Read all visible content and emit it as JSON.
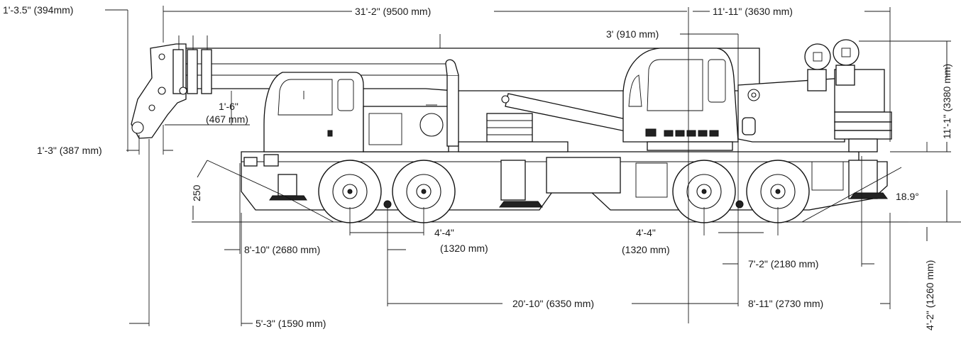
{
  "drawing_title": "",
  "dimensions": {
    "boom_tip_offset": "1'-3.5\" (394mm)",
    "overall_length": "31'-2\" (9500 mm)",
    "rear_overhang_top": "11'-11\" (3630 mm)",
    "cab_to_center": "3' (910 mm)",
    "hook_block_offset": "1'-6\"",
    "hook_block_offset_mm": "(467 mm)",
    "front_bumper_offset": "1'-3\" (387 mm)",
    "approach_height": "250",
    "overall_height": "11'-1\" (3380 mm)",
    "departure_angle": "18.9°",
    "front_axle_spacing": "4'-4\"",
    "front_axle_spacing_mm": "(1320 mm)",
    "rear_axle_spacing": "4'-4\"",
    "rear_axle_spacing_mm": "(1320 mm)",
    "front_to_first_axle": "8'-10\" (2680 mm)",
    "rear_outrigger": "7'-2\" (2180 mm)",
    "wheelbase": "20'-10\" (6350 mm)",
    "rear_overhang_bottom": "8'-11\" (2730 mm)",
    "front_outrigger": "5'-3\" (1590 mm)",
    "ground_to_deck": "4'-2\" (1260 mm)"
  },
  "colors": {
    "line": "#111111",
    "background": "#ffffff"
  },
  "icons": [
    "truck-crane-side-view"
  ]
}
